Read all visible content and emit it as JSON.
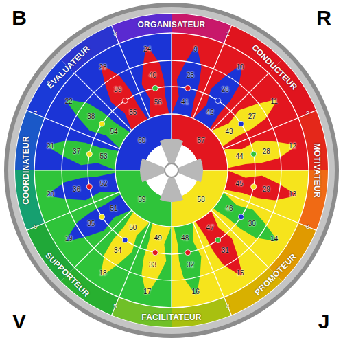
{
  "diagram": {
    "nodes": [
      {
        "text": [
          "ORGANISATEUR"
        ]
      },
      {
        "text": [
          "CONDUCTEUR"
        ]
      },
      {
        "text": [
          "MOTIVATEUR"
        ]
      },
      {
        "text": [
          "PROMOTEUR"
        ]
      },
      {
        "text": [
          "FACILITATEUR"
        ]
      },
      {
        "text": [
          "SUPPORTEUR"
        ]
      },
      {
        "text": [
          "COORDINATEUR"
        ]
      },
      {
        "text": [
          "ÉVALUATEUR"
        ]
      }
    ],
    "labels": [
      "B",
      "R",
      "V",
      "J",
      "1",
      "2",
      "3",
      "4",
      "5",
      "6",
      "7",
      "8",
      "9",
      "10",
      "11",
      "12",
      "13",
      "14",
      "15",
      "16",
      "17",
      "18",
      "19",
      "20",
      "21",
      "22",
      "23",
      "24",
      "25",
      "26",
      "27",
      "28",
      "29",
      "30",
      "31",
      "32",
      "33",
      "34",
      "35",
      "36",
      "37",
      "38",
      "39",
      "40",
      "41",
      "42",
      "43",
      "44",
      "45",
      "46",
      "47",
      "48",
      "49",
      "50",
      "51",
      "52",
      "53",
      "54",
      "55",
      "56",
      "57",
      "58",
      "59",
      "60"
    ]
  }
}
